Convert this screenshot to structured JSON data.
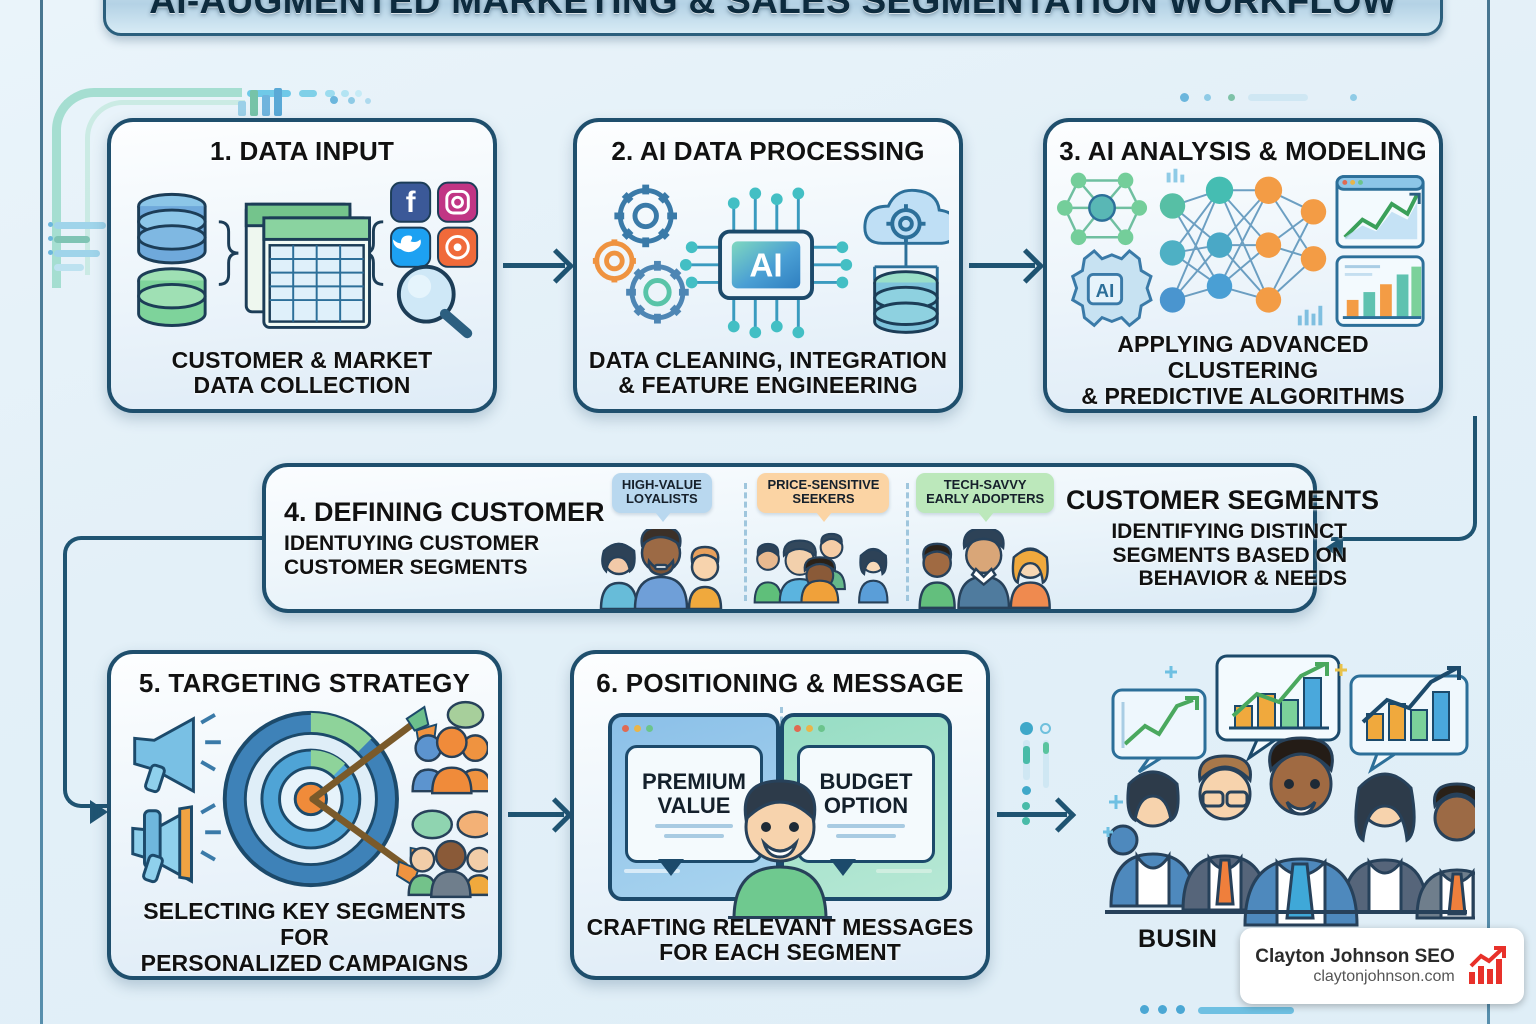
{
  "header": {
    "title": "AI-AUGMENTED MARKETING & SALES SEGMENTATION WORKFLOW"
  },
  "theme": {
    "accent_navy": "#1f5472",
    "card_border": "#1f4f6d",
    "bg": "#e6f1f9",
    "segment_blue": "#b9d8ef",
    "segment_orange": "#fbd4a4",
    "segment_green": "#bce8bb",
    "watermark_logo": "#e8312a"
  },
  "steps": [
    {
      "id": "card1",
      "title": "1. DATA INPUT",
      "caption_line1": "CUSTOMER & MARKET",
      "caption_line2": "DATA COLLECTION",
      "icons": [
        "database-icon",
        "spreadsheet-icon",
        "facebook-icon",
        "instagram-icon",
        "twitter-icon",
        "social-app-icon",
        "magnifier-icon"
      ]
    },
    {
      "id": "card2",
      "title": "2. AI DATA PROCESSING",
      "caption_line1": "DATA CLEANING, INTEGRATION",
      "caption_line2": "& FEATURE ENGINEERING",
      "chip_label": "AI",
      "icons": [
        "gear-icon",
        "ai-chip-icon",
        "cloud-icon",
        "database-icon"
      ]
    },
    {
      "id": "card3",
      "title": "3. AI ANALYSIS & MODELING",
      "caption_line1": "APPLYING ADVANCED CLUSTERING",
      "caption_line2": "& PREDICTIVE ALGORITHMS",
      "gear_chip_label": "AI",
      "icons": [
        "neural-network-icon",
        "ai-gear-icon",
        "line-chart-icon",
        "bar-chart-icon"
      ]
    },
    {
      "id": "card5",
      "title": "5. TARGETING STRATEGY",
      "caption_line1": "SELECTING KEY SEGMENTS FOR",
      "caption_line2": "PERSONALIZED CAMPAIGNS",
      "icons": [
        "megaphone-icon",
        "target-icon",
        "arrows-icon",
        "people-group-icon",
        "chat-bubble-icon"
      ]
    },
    {
      "id": "card6",
      "title": "6. POSITIONING & MESSAGE",
      "caption_line1": "CRAFTING RELEVANT MESSAGES",
      "caption_line2": "FOR EACH SEGMENT",
      "message_left_line1": "PREMIUM",
      "message_left_line2": "VALUE",
      "message_right_line1": "BUDGET",
      "message_right_line2": "OPTION",
      "icons": [
        "browser-window-icon",
        "speech-bubble-icon",
        "person-icon"
      ]
    }
  ],
  "segment_step": {
    "id": "card4",
    "left_title": "4. DEFINING CUSTOMER",
    "left_sub_line1": "IDENTUYING CUSTOMER",
    "left_sub_line2": "CUSTOMER SEGMENTS",
    "right_title": "CUSTOMER SEGMENTS",
    "right_sub_line1": "IDENTIFYING DISTINCT",
    "right_sub_line2": "SEGMENTS BASED ON",
    "right_sub_line3": "BEHAVIOR & NEEDS",
    "segments": [
      {
        "label_line1": "HIGH-VALUE",
        "label_line2": "LOYALISTS",
        "color": "blue"
      },
      {
        "label_line1": "PRICE-SENSITIVE",
        "label_line2": "SEEKERS",
        "color": "orange"
      },
      {
        "label_line1": "TECH-SAVVY",
        "label_line2": "EARLY ADOPTERS",
        "color": "green"
      }
    ]
  },
  "outcome": {
    "label": "BUSIN",
    "icons": [
      "business-team-icon",
      "growth-chart-icon",
      "bar-chart-icon"
    ]
  },
  "watermark": {
    "name": "Clayton Johnson SEO",
    "url": "claytonjohnson.com",
    "logo": "growth-chart-icon"
  }
}
